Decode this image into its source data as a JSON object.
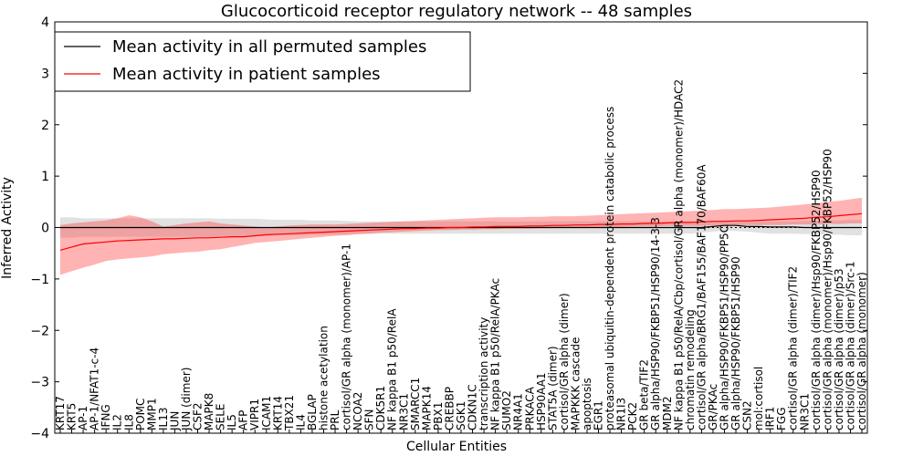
{
  "chart_data": {
    "type": "line",
    "title": "Glucocorticoid receptor regulatory network -- 48 samples",
    "xlabel": "Cellular Entities",
    "ylabel": "Inferred Activity",
    "ylim": [
      -4,
      4
    ],
    "yticks": [
      "4",
      "3",
      "2",
      "1",
      "0",
      "−1",
      "−2",
      "−3",
      "−4"
    ],
    "grid": false,
    "legend_position": "top-left",
    "categories": [
      "KRT17",
      "KRT5",
      "AP-1",
      "AP-1/NFAT1-c-4",
      "IFNG",
      "IL2",
      "IL8",
      "POMC",
      "MMP1",
      "IL13",
      "JUN",
      "JUN (dimer)",
      "CSF2",
      "MAPK8",
      "SELE",
      "IL5",
      "AFP",
      "VIPR1",
      "ICAM1",
      "KRT14",
      "TBX21",
      "IL4",
      "BGLAP",
      "histone acetylation",
      "PRL",
      "cortisol/GR alpha (monomer)/AP-1",
      "NCOA2",
      "SFN",
      "CDK5R1",
      "NF kappa B1 p50/RelA",
      "NR3C1",
      "SMARCC1",
      "MAPK14",
      "PBX1",
      "CREBBP",
      "SGK1",
      "CDKN1C",
      "transcription activity",
      "NF kappa B1 p50/RelA/PKAc",
      "SUMO2",
      "NR4A1",
      "PRKACA",
      "HSP90AA1",
      "STAT5A (dimer)",
      "cortisol/GR alpha (dimer)",
      "MAPKKK cascade",
      "apoptosis",
      "EGR1",
      "proteasomal ubiquitin-dependent protein catabolic process",
      "NR1I3",
      "PCK2",
      "GR beta/TIF2",
      "GR alpha/HSP90/FKBP51/HSP90/14-3-3",
      "MDM2",
      "NF kappa B1 p50/RelA/Cbp/cortisol/GR alpha (monomer)/HDAC2",
      "chromatin remodeling",
      "cortisol/GR alpha/BRG1/BAF155/BAF170/BAF60A",
      "GR/PKAc",
      "GR alpha/HSP90/FKBP51/HSP90/PP5C",
      "GR alpha/HSP90/FKBP51/HSP90",
      "CSN2",
      "mol:cortisol",
      "IRF1",
      "FGG",
      "cortisol/GR alpha (dimer)/TIF2",
      "NR3C1",
      "cortisol/GR alpha (dimer)/Hsp90/FKBP52/HSP90",
      "cortisol/GR alpha (monomer)/Hsp90/FKBP52/HSP90",
      "cortisol/GR alpha (dimer)/p53",
      "cortisol/GR alpha (dimer)/Src-1",
      "cortisol/GR alpha (monomer)"
    ],
    "series": [
      {
        "name": "Mean activity in all permuted samples",
        "color": "#000000",
        "values": [
          0.0,
          0.0,
          0.0,
          0.0,
          0.0,
          0.0,
          0.0,
          0.0,
          0.0,
          0.0,
          0.0,
          0.0,
          0.0,
          0.0,
          0.0,
          0.0,
          0.0,
          0.0,
          0.0,
          0.0,
          0.0,
          0.0,
          0.0,
          0.0,
          0.0,
          0.0,
          0.0,
          0.0,
          0.0,
          0.0,
          0.0,
          0.0,
          0.0,
          0.0,
          0.0,
          0.0,
          0.0,
          0.0,
          0.0,
          0.0,
          0.0,
          0.0,
          0.0,
          0.0,
          0.0,
          0.0,
          0.0,
          0.0,
          0.0,
          0.0,
          0.0,
          0.0,
          0.0,
          0.0,
          0.0,
          0.0,
          0.0,
          0.02,
          0.04,
          0.04,
          0.02,
          0.02,
          0.01,
          0.01,
          0.01,
          0.0,
          0.0,
          0.0,
          0.0,
          0.0,
          0.0
        ],
        "band_low": [
          -0.2,
          -0.2,
          -0.18,
          -0.18,
          -0.18,
          -0.18,
          -0.18,
          -0.18,
          -0.18,
          -0.18,
          -0.18,
          -0.18,
          -0.18,
          -0.18,
          -0.17,
          -0.17,
          -0.17,
          -0.17,
          -0.16,
          -0.15,
          -0.15,
          -0.15,
          -0.14,
          -0.14,
          -0.14,
          -0.13,
          -0.12,
          -0.12,
          -0.12,
          -0.12,
          -0.12,
          -0.12,
          -0.12,
          -0.12,
          -0.12,
          -0.12,
          -0.12,
          -0.12,
          -0.12,
          -0.12,
          -0.12,
          -0.12,
          -0.12,
          -0.12,
          -0.12,
          -0.12,
          -0.12,
          -0.12,
          -0.12,
          -0.12,
          -0.12,
          -0.12,
          -0.12,
          -0.12,
          -0.12,
          -0.12,
          -0.1,
          -0.08,
          -0.06,
          -0.07,
          -0.08,
          -0.1,
          -0.12,
          -0.12,
          -0.12,
          -0.13,
          -0.13,
          -0.14,
          -0.14,
          -0.15,
          -0.15
        ],
        "band_high": [
          0.2,
          0.2,
          0.18,
          0.18,
          0.18,
          0.18,
          0.18,
          0.18,
          0.18,
          0.18,
          0.18,
          0.18,
          0.18,
          0.18,
          0.17,
          0.17,
          0.17,
          0.17,
          0.16,
          0.15,
          0.15,
          0.15,
          0.14,
          0.14,
          0.14,
          0.13,
          0.12,
          0.12,
          0.12,
          0.12,
          0.12,
          0.12,
          0.12,
          0.12,
          0.12,
          0.12,
          0.12,
          0.12,
          0.12,
          0.12,
          0.12,
          0.12,
          0.12,
          0.12,
          0.12,
          0.12,
          0.12,
          0.12,
          0.12,
          0.12,
          0.12,
          0.12,
          0.12,
          0.12,
          0.12,
          0.12,
          0.12,
          0.13,
          0.14,
          0.13,
          0.12,
          0.12,
          0.12,
          0.12,
          0.12,
          0.13,
          0.13,
          0.14,
          0.14,
          0.15,
          0.15
        ]
      },
      {
        "name": "Mean activity in patient samples",
        "color": "#ff0000",
        "values": [
          -0.44,
          -0.38,
          -0.32,
          -0.3,
          -0.28,
          -0.26,
          -0.25,
          -0.24,
          -0.23,
          -0.22,
          -0.22,
          -0.21,
          -0.2,
          -0.2,
          -0.19,
          -0.18,
          -0.18,
          -0.16,
          -0.14,
          -0.13,
          -0.12,
          -0.11,
          -0.1,
          -0.09,
          -0.08,
          -0.07,
          -0.06,
          -0.05,
          -0.04,
          -0.03,
          -0.02,
          -0.02,
          -0.01,
          -0.01,
          0.0,
          0.0,
          0.01,
          0.01,
          0.02,
          0.02,
          0.02,
          0.03,
          0.03,
          0.04,
          0.04,
          0.05,
          0.05,
          0.06,
          0.06,
          0.07,
          0.07,
          0.08,
          0.08,
          0.09,
          0.1,
          0.1,
          0.11,
          0.12,
          0.12,
          0.13,
          0.13,
          0.14,
          0.15,
          0.16,
          0.17,
          0.18,
          0.2,
          0.21,
          0.23,
          0.25,
          0.27
        ],
        "band_low": [
          -0.92,
          -0.85,
          -0.78,
          -0.72,
          -0.65,
          -0.62,
          -0.6,
          -0.58,
          -0.56,
          -0.52,
          -0.5,
          -0.48,
          -0.47,
          -0.44,
          -0.42,
          -0.38,
          -0.34,
          -0.3,
          -0.28,
          -0.26,
          -0.24,
          -0.22,
          -0.2,
          -0.18,
          -0.16,
          -0.15,
          -0.13,
          -0.12,
          -0.1,
          -0.09,
          -0.08,
          -0.07,
          -0.06,
          -0.05,
          -0.05,
          -0.04,
          -0.04,
          -0.03,
          -0.03,
          -0.02,
          -0.02,
          -0.02,
          -0.01,
          -0.01,
          0.0,
          0.0,
          0.0,
          0.01,
          0.01,
          0.01,
          0.02,
          0.02,
          0.02,
          0.03,
          0.03,
          0.03,
          0.03,
          0.04,
          0.04,
          0.04,
          0.05,
          0.05,
          0.05,
          0.05,
          0.06,
          0.06,
          0.06,
          0.07,
          0.07,
          0.08,
          0.08
        ],
        "band_high": [
          0.05,
          0.08,
          0.1,
          0.12,
          0.14,
          0.18,
          0.24,
          0.2,
          0.12,
          0.02,
          0.05,
          0.08,
          0.1,
          0.12,
          0.08,
          0.06,
          0.04,
          0.02,
          0.0,
          0.02,
          0.04,
          0.05,
          0.06,
          0.06,
          0.06,
          0.07,
          0.08,
          0.09,
          0.1,
          0.11,
          0.12,
          0.13,
          0.14,
          0.15,
          0.16,
          0.17,
          0.18,
          0.19,
          0.2,
          0.2,
          0.2,
          0.21,
          0.21,
          0.22,
          0.22,
          0.22,
          0.23,
          0.24,
          0.25,
          0.26,
          0.27,
          0.28,
          0.29,
          0.3,
          0.31,
          0.32,
          0.33,
          0.34,
          0.36,
          0.36,
          0.37,
          0.38,
          0.39,
          0.41,
          0.43,
          0.45,
          0.47,
          0.5,
          0.52,
          0.55,
          0.58
        ]
      }
    ]
  }
}
